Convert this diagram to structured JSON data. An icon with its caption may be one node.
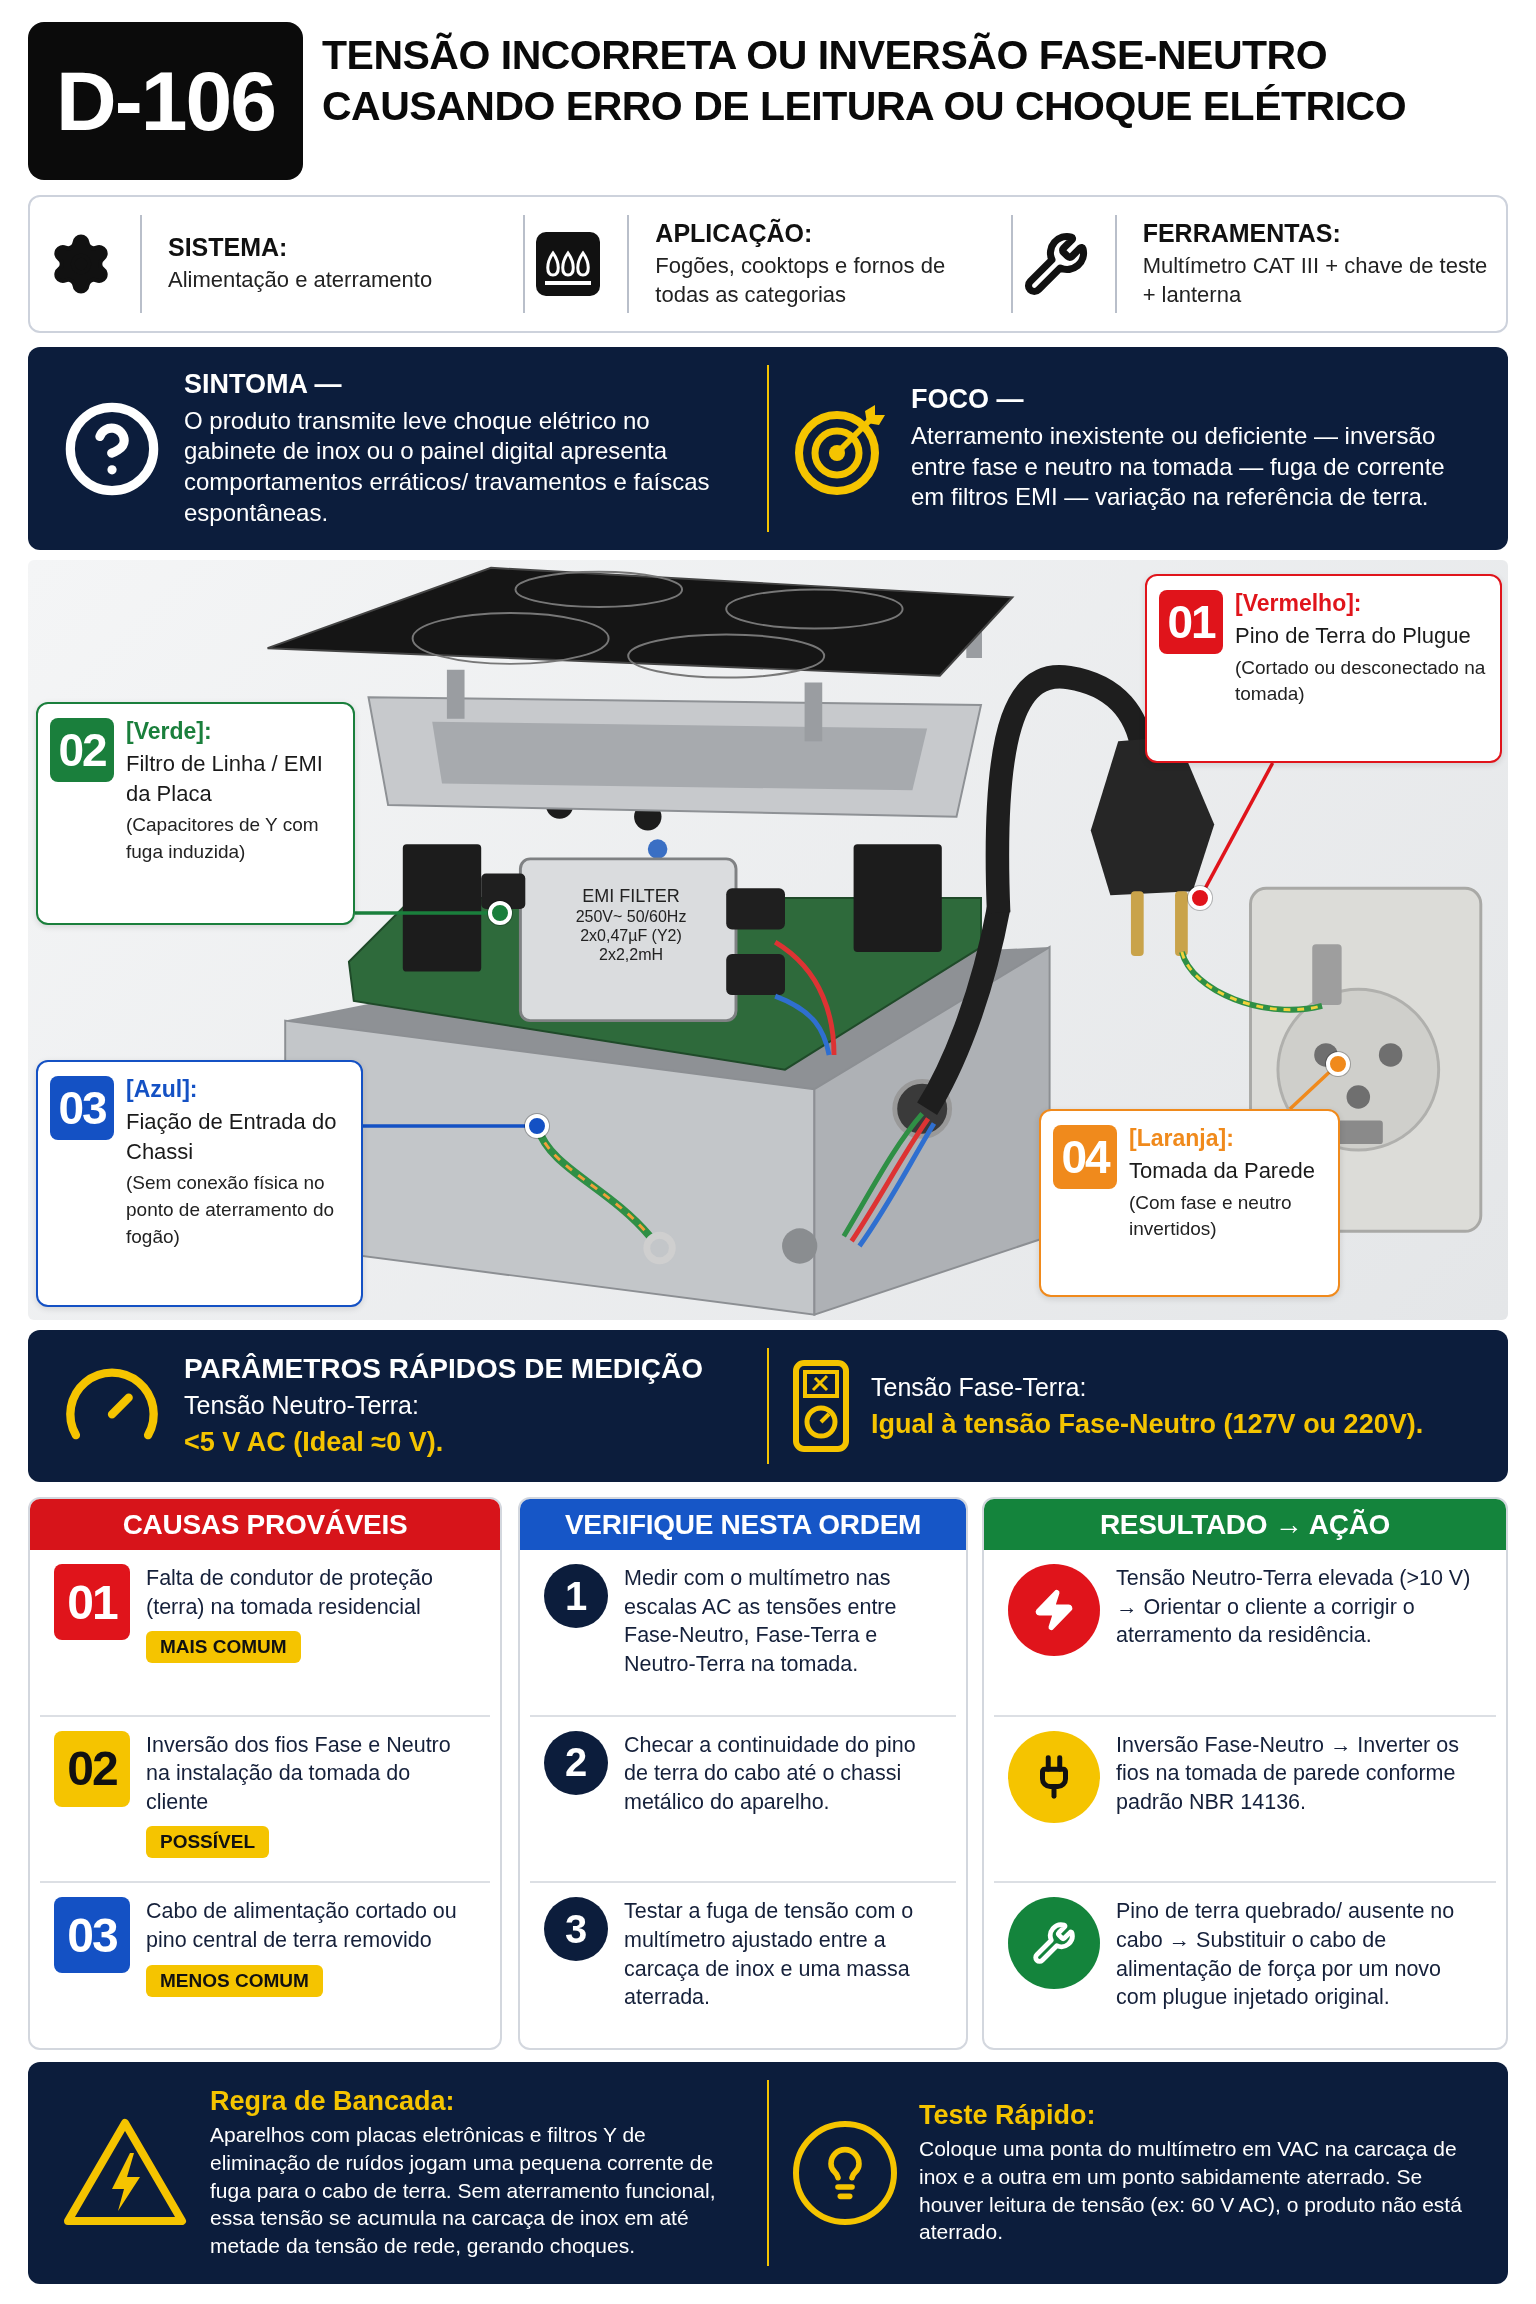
{
  "diagram": {
    "title": "TENSÃO INCORRETA OU INVERSÃO FASE-NEUTRO CAUSANDO ERRO DE LEITURA OU CHOQUE ELÉTRICO",
    "nodes": [
      {
        "text": [
          "D-106"
        ]
      },
      {
        "text": [],
        "shape": "box"
      },
      {
        "text": [
          "SISTEMA:",
          "Alimentação e aterramento"
        ],
        "in": 1
      },
      {
        "text": [
          "APLICAÇÃO:",
          "Fogões, cooktops e fornos de todas as categorias"
        ],
        "in": 1
      },
      {
        "text": [
          "FERRAMENTAS:",
          "Multímetro CAT III + chave de teste + lanterna"
        ],
        "in": 1
      },
      {
        "text": [],
        "shape": "box"
      },
      {
        "text": [
          "SINTOMA —",
          "O produto transmite leve choque elétrico no gabinete de inox ou o painel digital apresenta comportamentos erráticos/ travamentos e faíscas espontâneas."
        ],
        "in": 5
      },
      {
        "text": [
          "FOCO —",
          "Aterramento inexistente ou deficiente — inversão entre fase e neutro na tomada — fuga de corrente em filtros EMI — variação na referência de terra."
        ],
        "in": 5
      },
      {
        "text": [],
        "shape": "picture"
      },
      {
        "text": [
          "01",
          "[Vermelho]:",
          "Pino de Terra do Plugue",
          "(Cortado ou desconectado na tomada)"
        ],
        "in": 8
      },
      {
        "text": [
          "02",
          "[Verde]:",
          "Filtro de Linha / EMI da Placa",
          "(Capacitores de Y com fuga induzida)"
        ],
        "in": 8
      },
      {
        "text": [
          "03",
          "[Azul]:",
          "Fiação de Entrada do Chassi",
          "(Sem conexão física no ponto de aterramento do fogão)"
        ],
        "in": 8
      },
      {
        "text": [
          "04",
          "[Laranja]:",
          "Tomada da Parede",
          "(Com fase e neutro invertidos)"
        ],
        "in": 8
      },
      {
        "text": [],
        "shape": "circle",
        "in": 8
      },
      {
        "text": [],
        "shape": "circle",
        "in": 8
      },
      {
        "text": [],
        "shape": "circle",
        "in": 8
      },
      {
        "text": [],
        "shape": "circle",
        "in": 8
      },
      {
        "text": [],
        "shape": "box"
      },
      {
        "text": [
          "PARÂMETROS RÁPIDOS DE MEDIÇÃO",
          "Tensão Neutro-Terra:",
          "<5 V AC (Ideal ≈0 V)."
        ],
        "in": 17
      },
      {
        "text": [
          "Tensão Fase-Terra:",
          "Igual à tensão Fase-Neutro (127V ou 220V)."
        ],
        "in": 17
      },
      {
        "text": [
          "CAUSAS PROVÁVEIS"
        ]
      },
      {
        "text": [
          "01",
          "Falta de condutor de proteção (terra) na tomada residencial",
          "MAIS COMUM"
        ],
        "in": 20
      },
      {
        "text": [
          "02",
          "Inversão dos fios Fase e Neutro na instalação da tomada do cliente",
          "POSSÍVEL"
        ],
        "in": 20
      },
      {
        "text": [
          "03",
          "Cabo de alimentação cortado ou pino central de terra removido",
          "MENOS COMUM"
        ],
        "in": 20
      },
      {
        "text": [
          "VERIFIQUE NESTA ORDEM"
        ]
      },
      {
        "text": [
          "1",
          "Medir com o multímetro nas escalas AC as tensões entre Fase-Neutro, Fase-Terra e Neutro-Terra na tomada."
        ],
        "in": 24
      },
      {
        "text": [
          "2",
          "Checar a continuidade do pino de terra do cabo até o chassi metálico do aparelho."
        ],
        "in": 24
      },
      {
        "text": [
          "3",
          "Testar a fuga de tensão com o multímetro ajustado entre a carcaça de inox e uma massa aterrada."
        ],
        "in": 24
      },
      {
        "text": [
          "RESULTADO → AÇÃO"
        ]
      },
      {
        "text": [
          "Tensão Neutro-Terra elevada (>10 V) → Orientar o cliente a corrigir o aterramento da residência."
        ],
        "in": 28
      },
      {
        "text": [
          "Inversão Fase-Neutro → Inverter os fios na tomada de parede conforme padrão NBR 14136."
        ],
        "in": 28
      },
      {
        "text": [
          "Pino de terra quebrado/ ausente no cabo → Substituir o cabo de alimentação de força por um novo com plugue injetado original."
        ],
        "in": 28
      },
      {
        "text": [],
        "shape": "box"
      },
      {
        "text": [
          "Regra de Bancada:",
          "Aparelhos com placas eletrônicas e filtros Y de eliminação de ruídos jogam uma pequena corrente de fuga para o cabo de terra. Sem aterramento funcional, essa tensão se acumula na carcaça de inox em até metade da tensão de rede, gerando choques."
        ],
        "in": 32
      },
      {
        "text": [
          "Teste Rápido:",
          "Coloque uma ponta do multímetro em VAC na carcaça de inox e a outra em um ponto sabidamente aterrado. Se houver leitura de tensão (ex: 60 V AC), o produto não está aterrado."
        ],
        "in": 32
      }
    ],
    "edges": [
      {
        "from": 9,
        "to": 13,
        "arrow": "none",
        "color": "#e0141b"
      },
      {
        "from": 10,
        "to": 14,
        "arrow": "none",
        "color": "#1a7f3c"
      },
      {
        "from": 11,
        "to": 15,
        "arrow": "none",
        "color": "#1451c4"
      },
      {
        "from": 12,
        "to": 16,
        "arrow": "none",
        "color": "#f08a1c"
      }
    ],
    "labels": [
      "EMI FILTER",
      "250V~ 50/60Hz",
      "2x0,47µF (Y2)",
      "2x2,2mH"
    ]
  }
}
